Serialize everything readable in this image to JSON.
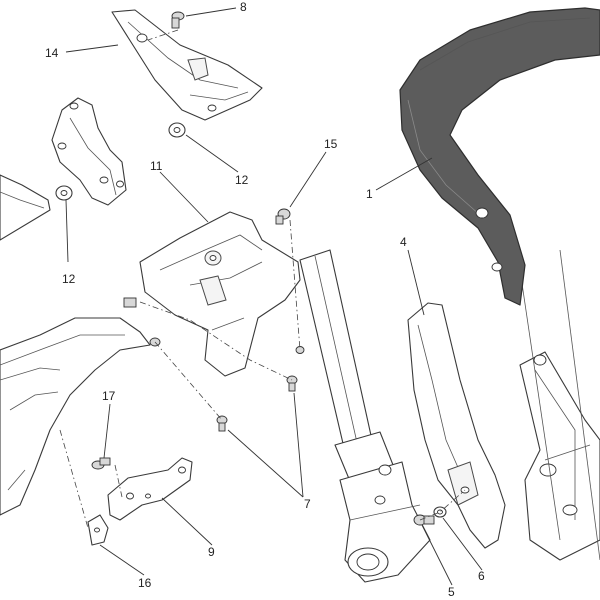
{
  "callouts": {
    "c1": "1",
    "c4": "4",
    "c5": "5",
    "c6": "6",
    "c7": "7",
    "c8": "8",
    "c9": "9",
    "c11": "11",
    "c12a": "12",
    "c12b": "12",
    "c14": "14",
    "c15": "15",
    "c16": "16",
    "c17": "17"
  }
}
